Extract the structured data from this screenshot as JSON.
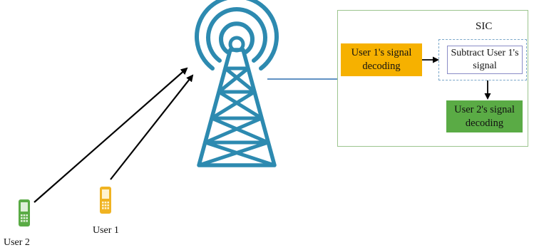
{
  "sic": {
    "title": "SIC",
    "user1_decoding": "User 1's signal decoding",
    "subtract": "Subtract User 1's signal",
    "user2_decoding": "User 2's signal decoding"
  },
  "users": {
    "user1_label": "User 1",
    "user2_label": "User 2"
  },
  "colors": {
    "tower": "#2d8ab0",
    "user1_box": "#f6b100",
    "user2_box": "#5aab45",
    "panel_border": "#9cc58e",
    "dashed_border": "#7aa7c9",
    "subtract_border": "#8a8cc7",
    "phone_user1": "#f0b322",
    "phone_user2": "#5aab45"
  },
  "icons": {
    "tower": "cell-tower-icon",
    "user1": "mobile-phone-icon",
    "user2": "mobile-phone-icon"
  }
}
